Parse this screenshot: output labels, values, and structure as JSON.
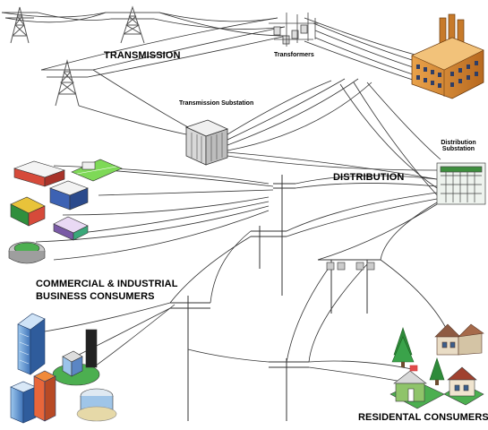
{
  "labels": {
    "transmission": "TRANSMISSION",
    "transformers": "Transformers",
    "transmission_substation": "Transmission Substation",
    "distribution": "DISTRIBUTION",
    "distribution_substation_line1": "Distribution",
    "distribution_substation_line2": "Substation",
    "commercial_line1": "COMMERCIAL & INDUSTRIAL",
    "commercial_line2": "BUSINESS CONSUMERS",
    "residential": "RESIDENTAL CONSUMERS"
  },
  "colors": {
    "wire": "#333333",
    "tower": "#555555",
    "factory_brick": "#d9882e",
    "tree": "#2e8b3a",
    "grass": "#5bbf3b",
    "building_blue": "#5b86c4"
  },
  "icons": [
    "power-plant-icon",
    "transmission-tower-icon",
    "substation-icon",
    "transformer-icon",
    "distribution-substation-icon",
    "utility-pole-icon",
    "factory-icon",
    "office-building-icon",
    "stadium-icon",
    "house-icon",
    "tree-icon"
  ]
}
